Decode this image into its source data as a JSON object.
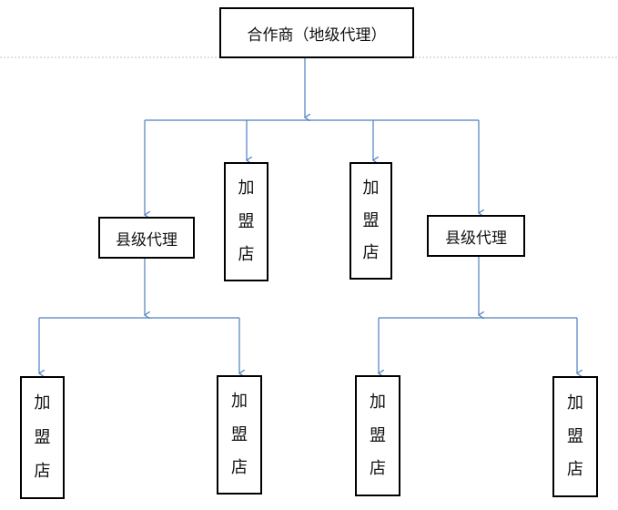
{
  "top": {
    "label": "合作商（地级代理）"
  },
  "county_label": "县级代理",
  "store_chars": [
    "加",
    "盟",
    "店"
  ],
  "colors": {
    "line": "#4f7fc0",
    "dashed": "#bfbfbf",
    "border": "#000000"
  }
}
